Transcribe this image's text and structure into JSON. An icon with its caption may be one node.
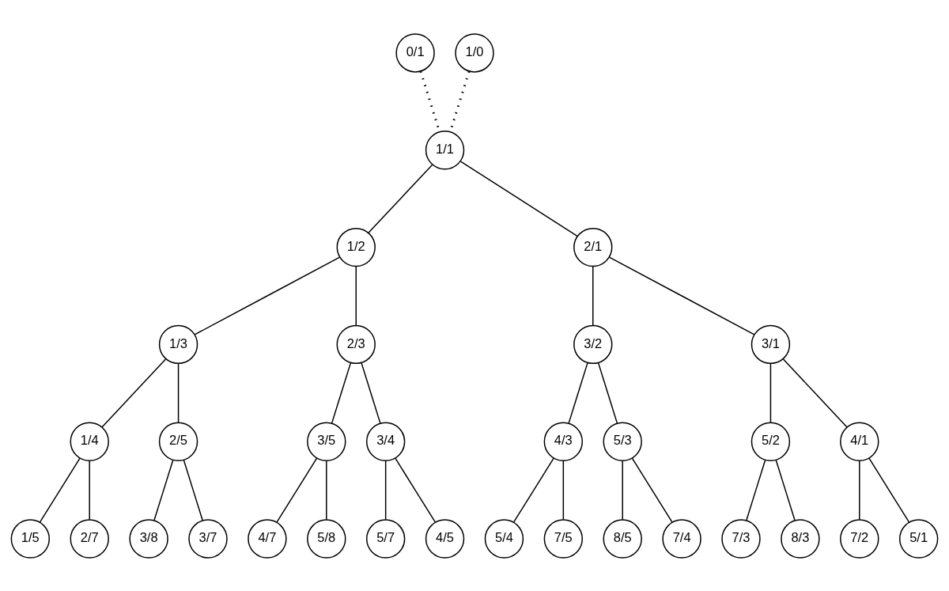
{
  "diagram": {
    "nodes": [
      {
        "text": [
          "0/1"
        ]
      },
      {
        "text": [
          "1/0"
        ]
      },
      {
        "text": [
          "1/1"
        ]
      },
      {
        "text": [
          "1/2"
        ]
      },
      {
        "text": [
          "2/1"
        ]
      },
      {
        "text": [
          "1/3"
        ]
      },
      {
        "text": [
          "2/3"
        ]
      },
      {
        "text": [
          "3/2"
        ]
      },
      {
        "text": [
          "3/1"
        ]
      },
      {
        "text": [
          "1/4"
        ]
      },
      {
        "text": [
          "2/5"
        ]
      },
      {
        "text": [
          "3/5"
        ]
      },
      {
        "text": [
          "3/4"
        ]
      },
      {
        "text": [
          "4/3"
        ]
      },
      {
        "text": [
          "5/3"
        ]
      },
      {
        "text": [
          "5/2"
        ]
      },
      {
        "text": [
          "4/1"
        ]
      },
      {
        "text": [
          "1/5"
        ]
      },
      {
        "text": [
          "2/7"
        ]
      },
      {
        "text": [
          "3/8"
        ]
      },
      {
        "text": [
          "3/7"
        ]
      },
      {
        "text": [
          "4/7"
        ]
      },
      {
        "text": [
          "5/8"
        ]
      },
      {
        "text": [
          "5/7"
        ]
      },
      {
        "text": [
          "4/5"
        ]
      },
      {
        "text": [
          "5/4"
        ]
      },
      {
        "text": [
          "7/5"
        ]
      },
      {
        "text": [
          "8/5"
        ]
      },
      {
        "text": [
          "7/4"
        ]
      },
      {
        "text": [
          "7/3"
        ]
      },
      {
        "text": [
          "8/3"
        ]
      },
      {
        "text": [
          "7/2"
        ]
      },
      {
        "text": [
          "5/1"
        ]
      }
    ],
    "edges": [
      {
        "from": 0,
        "to": 2,
        "arrow": "none",
        "style": "dashed"
      },
      {
        "from": 1,
        "to": 2,
        "arrow": "none",
        "style": "dashed"
      },
      {
        "from": 2,
        "to": 3,
        "arrow": "none"
      },
      {
        "from": 2,
        "to": 4,
        "arrow": "none"
      },
      {
        "from": 3,
        "to": 5,
        "arrow": "none"
      },
      {
        "from": 3,
        "to": 6,
        "arrow": "none"
      },
      {
        "from": 4,
        "to": 7,
        "arrow": "none"
      },
      {
        "from": 4,
        "to": 8,
        "arrow": "none"
      },
      {
        "from": 5,
        "to": 9,
        "arrow": "none"
      },
      {
        "from": 5,
        "to": 10,
        "arrow": "none"
      },
      {
        "from": 6,
        "to": 11,
        "arrow": "none"
      },
      {
        "from": 6,
        "to": 12,
        "arrow": "none"
      },
      {
        "from": 7,
        "to": 13,
        "arrow": "none"
      },
      {
        "from": 7,
        "to": 14,
        "arrow": "none"
      },
      {
        "from": 8,
        "to": 15,
        "arrow": "none"
      },
      {
        "from": 8,
        "to": 16,
        "arrow": "none"
      },
      {
        "from": 9,
        "to": 17,
        "arrow": "none"
      },
      {
        "from": 9,
        "to": 18,
        "arrow": "none"
      },
      {
        "from": 10,
        "to": 19,
        "arrow": "none"
      },
      {
        "from": 10,
        "to": 20,
        "arrow": "none"
      },
      {
        "from": 11,
        "to": 21,
        "arrow": "none"
      },
      {
        "from": 11,
        "to": 22,
        "arrow": "none"
      },
      {
        "from": 12,
        "to": 23,
        "arrow": "none"
      },
      {
        "from": 12,
        "to": 24,
        "arrow": "none"
      },
      {
        "from": 13,
        "to": 25,
        "arrow": "none"
      },
      {
        "from": 13,
        "to": 26,
        "arrow": "none"
      },
      {
        "from": 14,
        "to": 27,
        "arrow": "none"
      },
      {
        "from": 14,
        "to": 28,
        "arrow": "none"
      },
      {
        "from": 15,
        "to": 29,
        "arrow": "none"
      },
      {
        "from": 15,
        "to": 30,
        "arrow": "none"
      },
      {
        "from": 16,
        "to": 31,
        "arrow": "none"
      },
      {
        "from": 16,
        "to": 32,
        "arrow": "none"
      }
    ]
  }
}
